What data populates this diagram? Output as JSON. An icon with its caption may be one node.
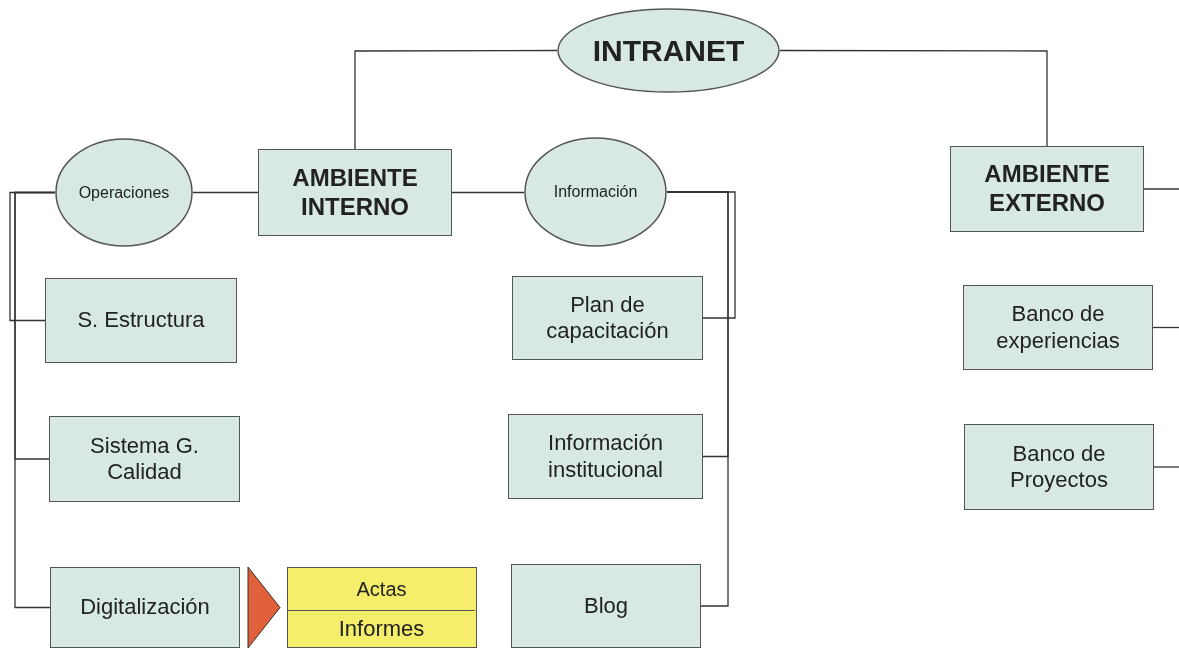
{
  "diagram": {
    "nodes": [
      {
        "text": [
          "INTRANET"
        ]
      },
      {
        "text": [
          "AMBIENTE INTERNO"
        ]
      },
      {
        "text": [
          "Operaciones"
        ]
      },
      {
        "text": [
          "Información"
        ]
      },
      {
        "text": [
          "AMBIENTE EXTERNO"
        ]
      },
      {
        "text": [
          "S. Estructura"
        ]
      },
      {
        "text": [
          "Plan de capacitación"
        ]
      },
      {
        "text": [
          "Banco de experiencias"
        ]
      },
      {
        "text": [
          "Sistema G. Calidad"
        ]
      },
      {
        "text": [
          "Información institucional"
        ]
      },
      {
        "text": [
          "Banco de Proyectos"
        ]
      },
      {
        "text": [
          "Digitalización"
        ]
      },
      {
        "text": [],
        "shape": "box"
      },
      {
        "text": [
          "Actas"
        ],
        "in": 12
      },
      {
        "text": [
          "Informes"
        ],
        "in": 12
      },
      {
        "text": [
          "Blog"
        ]
      }
    ],
    "edges": [
      {
        "from": 0,
        "to": 1,
        "arrow": "none"
      },
      {
        "from": 0,
        "to": 4,
        "arrow": "none"
      },
      {
        "from": 1,
        "to": 2,
        "arrow": "none"
      },
      {
        "from": 1,
        "to": 3,
        "arrow": "none"
      },
      {
        "from": 2,
        "to": 5,
        "arrow": "none"
      },
      {
        "from": 2,
        "to": 8,
        "arrow": "none"
      },
      {
        "from": 2,
        "to": 11,
        "arrow": "none"
      },
      {
        "from": 3,
        "to": 6,
        "arrow": "none"
      },
      {
        "from": 3,
        "to": 9,
        "arrow": "none"
      },
      {
        "from": 3,
        "to": 15,
        "arrow": "none"
      },
      {
        "from": 4,
        "to": null,
        "arrow": "none"
      },
      {
        "from": 7,
        "to": null,
        "arrow": "none"
      },
      {
        "from": 10,
        "to": null,
        "arrow": "none"
      },
      {
        "from": 11,
        "to": 12,
        "arrow": "to",
        "color": "#e0603a"
      }
    ]
  }
}
